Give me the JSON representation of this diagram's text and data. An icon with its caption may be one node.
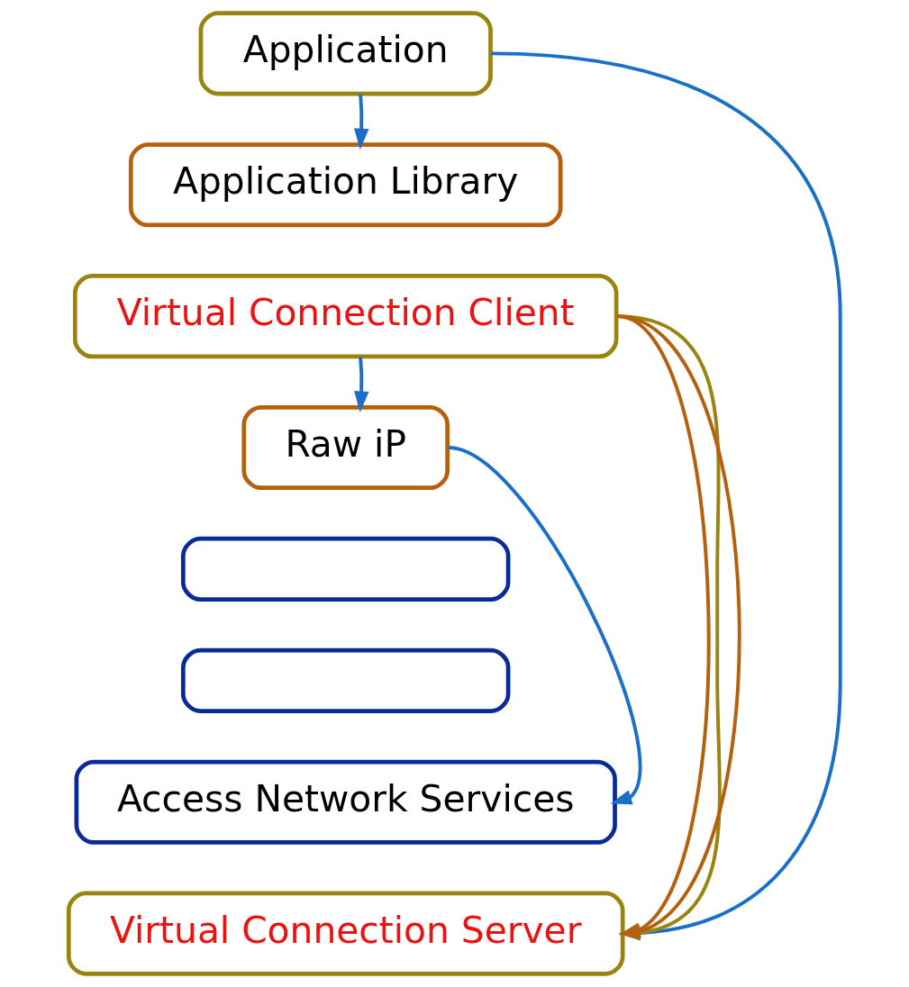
{
  "diagram": {
    "nodes": [
      {
        "text": [
          "Application"
        ]
      },
      {
        "text": [
          "Application Library"
        ]
      },
      {
        "text": [
          "Virtual Connection Client"
        ]
      },
      {
        "text": [
          "Raw iP"
        ]
      },
      {
        "text": [],
        "shape": "box"
      },
      {
        "text": [],
        "shape": "box"
      },
      {
        "text": [
          "Access Network Services"
        ]
      },
      {
        "text": [
          "Virtual Connection Server"
        ]
      }
    ],
    "edges": [
      {
        "from": 0,
        "to": 1,
        "arrow": "to"
      },
      {
        "from": 0,
        "to": 7,
        "arrow": "to"
      },
      {
        "from": 2,
        "to": 3,
        "arrow": "to"
      },
      {
        "from": 3,
        "to": 6,
        "arrow": "to"
      },
      {
        "from": 2,
        "to": 7,
        "arrow": "to",
        "color": "#9a8410"
      },
      {
        "from": 2,
        "to": 7,
        "arrow": "to",
        "color": "#b5600c"
      },
      {
        "from": 2,
        "to": 7,
        "arrow": "to",
        "color": "#b5600c"
      }
    ]
  }
}
